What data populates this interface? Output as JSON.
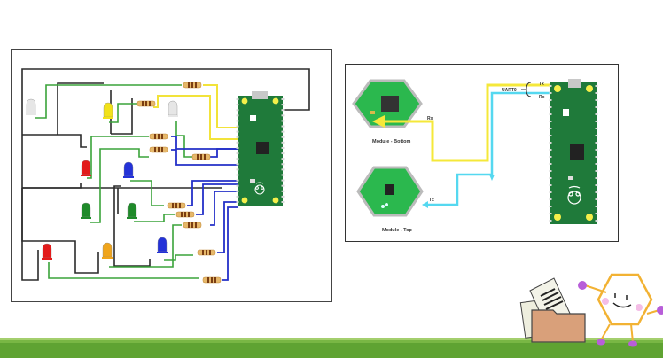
{
  "left_diagram": {
    "title": "LED wiring to Raspberry Pi Pico",
    "leds": [
      {
        "name": "led-white-1",
        "color": "#e6e6e6"
      },
      {
        "name": "led-yellow",
        "color": "#f2e21a"
      },
      {
        "name": "led-white-2",
        "color": "#e6e6e6"
      },
      {
        "name": "led-red-1",
        "color": "#e21b1b"
      },
      {
        "name": "led-blue-1",
        "color": "#2432d8"
      },
      {
        "name": "led-green-1",
        "color": "#1f8a2a"
      },
      {
        "name": "led-green-2",
        "color": "#1f8a2a"
      },
      {
        "name": "led-red-2",
        "color": "#e21b1b"
      },
      {
        "name": "led-orange",
        "color": "#f0a51c"
      },
      {
        "name": "led-blue-2",
        "color": "#2432d8"
      }
    ],
    "wire_colors": {
      "ground": "#2b2b2b",
      "led_anode": "#3aa33a",
      "gpio": "#2430c8",
      "power": "#f2e33a"
    },
    "resistor_count": 10
  },
  "right_diagram": {
    "uart_label": "UART0",
    "tx_label": "Tx",
    "rx_label": "Rx",
    "module_bottom_label": "Module - Bottom",
    "module_top_label": "Module - Top",
    "module_rx_label": "Rx",
    "module_tx_label": "Tx",
    "wire_colors": {
      "tx": "#f5e83a",
      "rx": "#55d8f0"
    }
  },
  "board": {
    "name": "Raspberry Pi Pico",
    "color": "#1f7a3a"
  },
  "footer": {
    "ground_color": "#5fa332",
    "mascot": "hexagon-mascot",
    "prop": "folder-with-papers"
  }
}
